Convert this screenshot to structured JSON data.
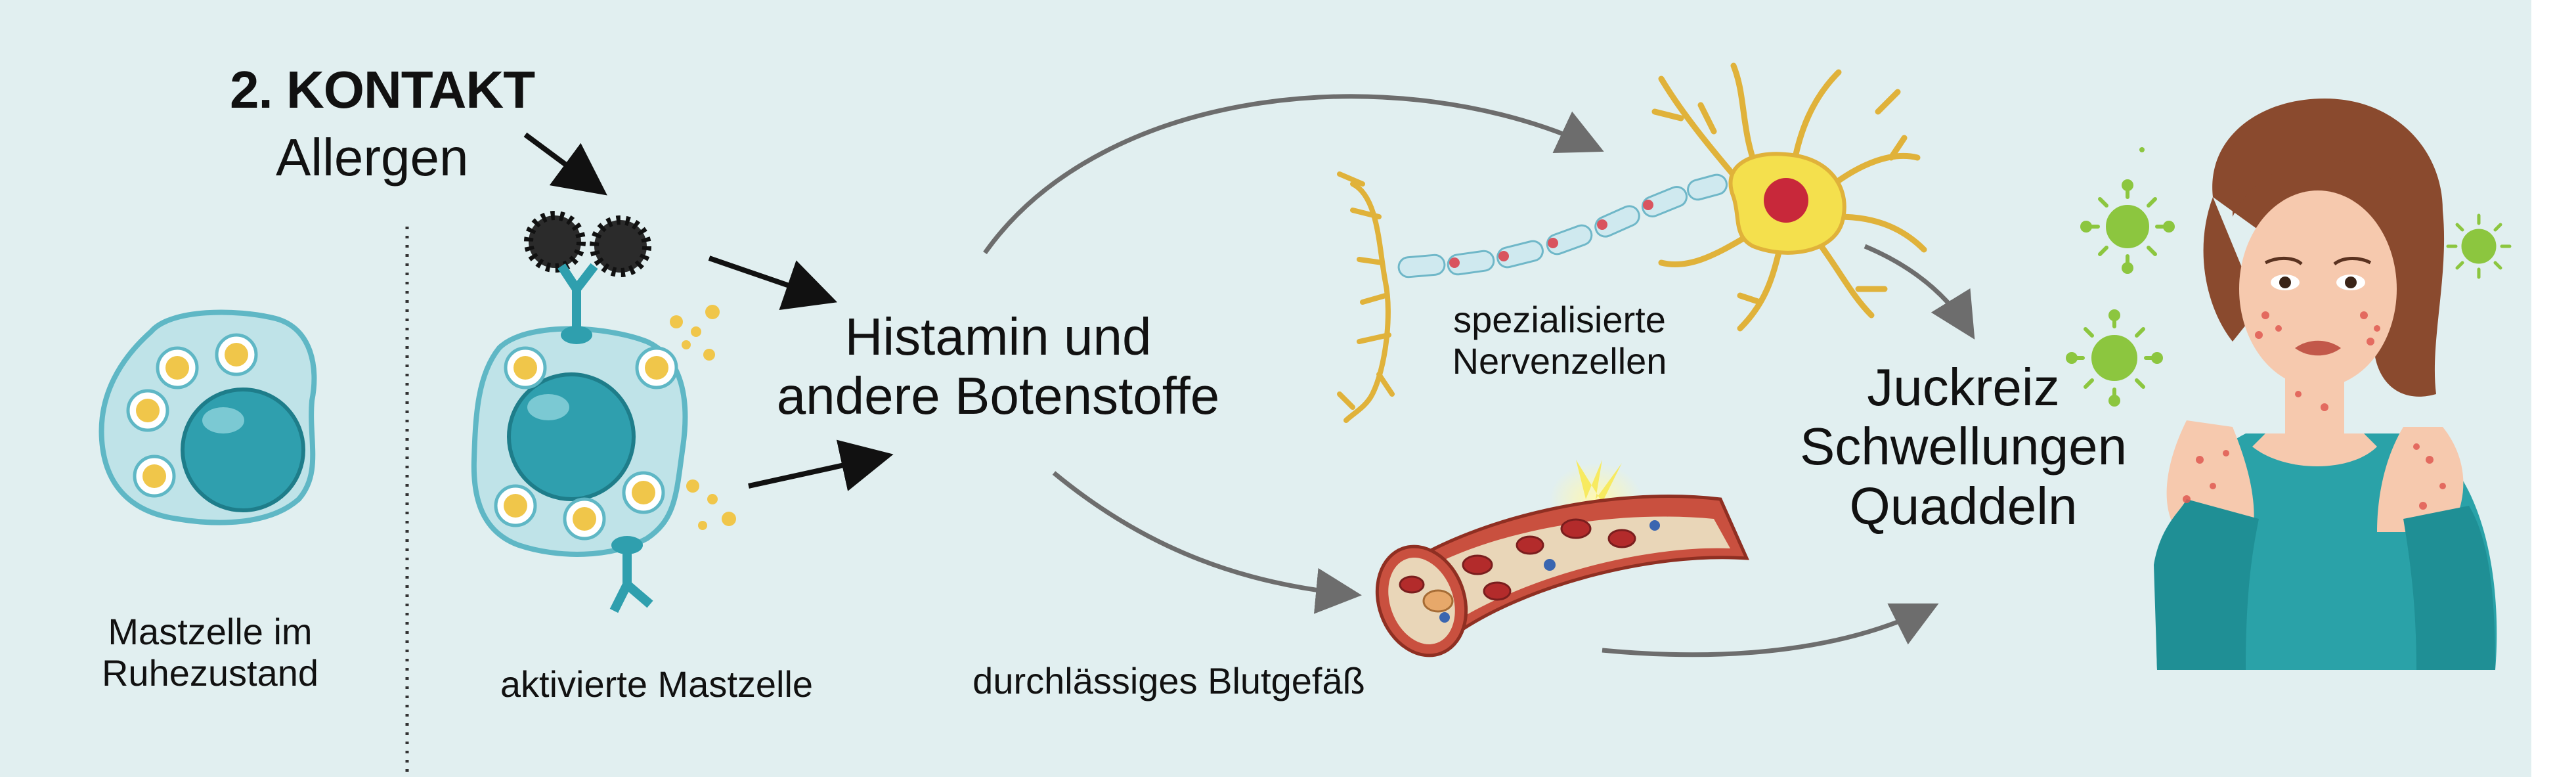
{
  "contact": {
    "title": "2. KONTAKT",
    "allergen": "Allergen"
  },
  "resting_cell": {
    "line1": "Mastzelle im",
    "line2": "Ruhezustand"
  },
  "activated_cell": {
    "label": "aktivierte Mastzelle"
  },
  "mediators": {
    "line1": "Histamin und",
    "line2": "andere Botenstoffe"
  },
  "nerve": {
    "line1": "spezialisierte",
    "line2": "Nervenzellen"
  },
  "vessel": {
    "label": "durchlässiges Blutgefäß"
  },
  "symptoms": {
    "line1": "Juckreiz",
    "line2": "Schwellungen",
    "line3": "Quaddeln"
  },
  "colors": {
    "cell": "#5fb7c5",
    "nucleus": "#2f9fae",
    "granule": "#f0c64a",
    "vessel": "#c9503f",
    "neuron": "#f4e04d",
    "virus": "#8cc63f",
    "sweater": "#2aa2a8"
  }
}
